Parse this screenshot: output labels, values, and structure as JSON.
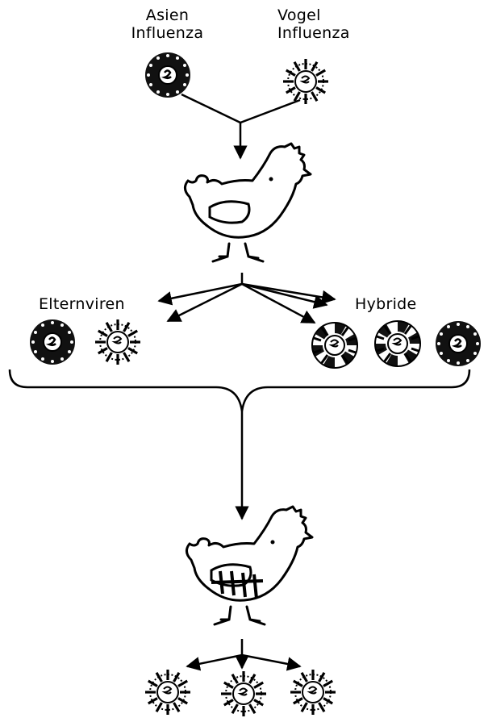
{
  "labels": {
    "asien_line1": "Asien",
    "asien_line2": "Influenza",
    "vogel_line1": "Vogel",
    "vogel_line2": "Influenza",
    "elternviren": "Elternviren",
    "hybride": "Hybride"
  },
  "virus_types": {
    "asien": "dark",
    "vogel": "spiked",
    "hybrid_a": "mixed",
    "hybrid_b": "mixed-light",
    "hybrid_c": "mixed-dark"
  },
  "icons": [
    "virus-icon",
    "chicken-icon",
    "arrow-icon",
    "brace"
  ],
  "colors": {
    "ink": "#000000",
    "paper": "#ffffff"
  }
}
